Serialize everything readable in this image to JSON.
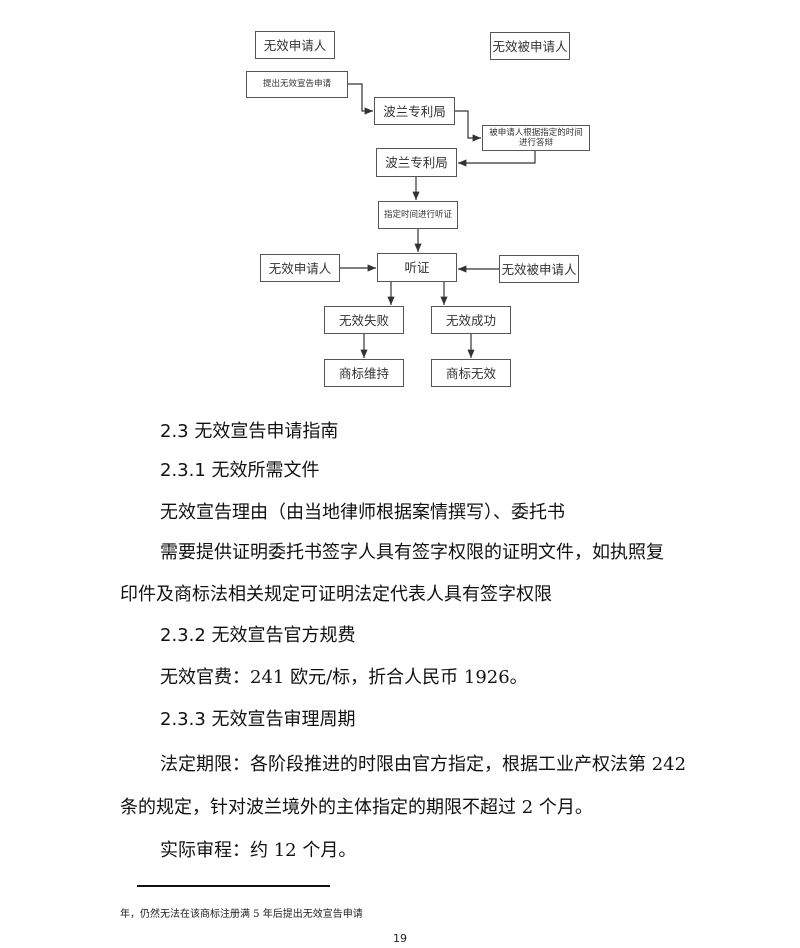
{
  "flowchart": {
    "applicant_top": "无效申请人",
    "respondent_top": "无效被申请人",
    "file_request": "提出无效宣告申请",
    "office_1": "波兰专利局",
    "respondent_reply": "被申请人根据指定的时间进行答辩",
    "office_2": "波兰专利局",
    "schedule_hearing": "指定时间进行听证",
    "applicant_hearing": "无效申请人",
    "hearing": "听证",
    "respondent_hearing": "无效被申请人",
    "invalid_fail": "无效失败",
    "invalid_success": "无效成功",
    "mark_maintained": "商标维持",
    "mark_invalid": "商标无效"
  },
  "text": {
    "h_2_3": "2.3 无效宣告申请指南",
    "h_2_3_1": "2.3.1 无效所需文件",
    "p1": "无效宣告理由（由当地律师根据案情撰写）、委托书",
    "p2a": "需要提供证明委托书签字人具有签字权限的证明文件，如执照复",
    "p2b": "印件及商标法相关规定可证明法定代表人具有签字权限",
    "h_2_3_2": "2.3.2 无效宣告官方规费",
    "p3": "无效官费：241 欧元/标，折合人民币 1926。",
    "h_2_3_3": "2.3.3 无效宣告审理周期",
    "p4a": "法定期限：各阶段推进的时限由官方指定，根据工业产权法第 242",
    "p4b": "条的规定，针对波兰境外的主体指定的期限不超过 2 个月。",
    "p5": "实际审程：约 12 个月。"
  },
  "footnote": "年，仍然无法在该商标注册满 5 年后提出无效宣告申请",
  "page_number": "19"
}
